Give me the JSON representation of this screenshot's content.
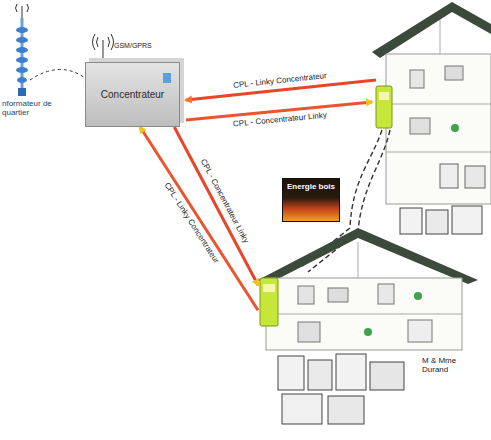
{
  "diagram": {
    "nodes": [
      {
        "text": [
          "Concentrateur"
        ]
      },
      {
        "text": [
          "M & Mme Durand"
        ]
      },
      {
        "text": [
          "Energie bois"
        ]
      }
    ],
    "edges": [
      {
        "from": 0,
        "to": 1,
        "arrow": "to",
        "label": "CPL - Concentrateur Linky"
      },
      {
        "from": 1,
        "to": 0,
        "arrow": "to",
        "label": "CPL - Linky Concentrateur"
      }
    ],
    "labels": [
      "nformateur de quartier",
      "GSM/GPRS",
      "CPL - Linky Concentrateur",
      "CPL - Concentrateur Linky"
    ]
  }
}
